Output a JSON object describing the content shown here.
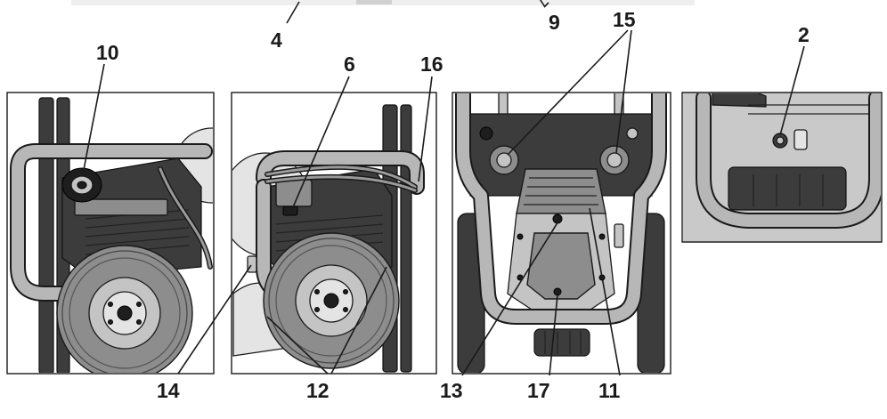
{
  "callouts": {
    "c4": "4",
    "c9": "9",
    "c15": "15",
    "c2": "2",
    "c10": "10",
    "c6": "6",
    "c16": "16",
    "c14": "14",
    "c12": "12",
    "c13": "13",
    "c17": "17",
    "c11": "11"
  },
  "colors": {
    "ink": "#1a1a1a",
    "metal": "#8d8d8d",
    "metal_light": "#c4c4c4",
    "dark_part": "#3c3c3c",
    "paper": "#ffffff"
  }
}
